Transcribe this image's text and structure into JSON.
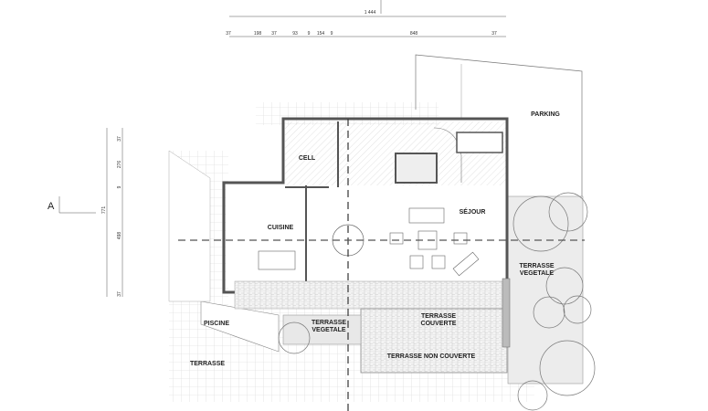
{
  "plan": {
    "section_marker": "A",
    "dimensions_top": {
      "overall": "1 444",
      "segments": [
        "37",
        "198",
        "37",
        "93",
        "9",
        "154",
        "9",
        "848",
        "37"
      ]
    },
    "dimensions_left": {
      "overall": "771",
      "segments": [
        "37",
        "276",
        "9",
        "498",
        "37"
      ]
    },
    "rooms": {
      "cell": "CELL",
      "cuisine": "CUISINE",
      "sejour": "SÉJOUR",
      "piscine": "PISCINE",
      "terrasse": "TERRASSE",
      "terrasse_vegetale_center": "TERRASSE VEGETALE",
      "terrasse_couverte": "TERRASSE COUVERTE",
      "terrasse_non_couverte": "TERRASSE NON COUVERTE",
      "parking": "PARKING",
      "terrasse_vegetale_right": "TERRASSE VEGETALE"
    },
    "colors": {
      "wall": "#555555",
      "hatch": "#bbbbbb",
      "grid": "#d0d0d0",
      "green_area": "#eeeeee"
    }
  }
}
